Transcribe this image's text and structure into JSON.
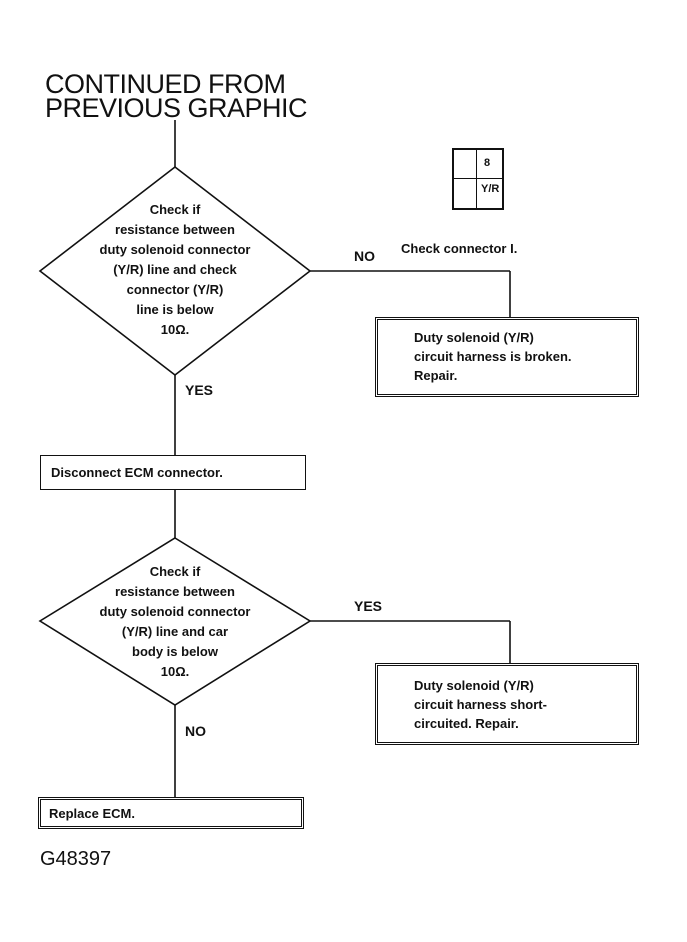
{
  "header": {
    "line1": "CONTINUED FROM",
    "line2": "PREVIOUS GRAPHIC"
  },
  "decision1": {
    "lines": [
      "Check if",
      "resistance between",
      "duty solenoid connector",
      "(Y/R) line and check",
      "connector (Y/R)",
      "line is below",
      "10Ω."
    ],
    "no_label": "NO",
    "yes_label": "YES"
  },
  "connector_note": "Check connector I.",
  "connector_pins": {
    "top": "8",
    "bottom": "Y/R"
  },
  "box_broken": {
    "lines": [
      "Duty solenoid (Y/R)",
      "circuit harness is broken.",
      "Repair."
    ]
  },
  "action_disconnect": "Disconnect ECM connector.",
  "decision2": {
    "lines": [
      "Check if",
      "resistance between",
      "duty solenoid connector",
      "(Y/R) line and car",
      "body is below",
      "10Ω."
    ],
    "yes_label": "YES",
    "no_label": "NO"
  },
  "box_short": {
    "lines": [
      "Duty solenoid (Y/R)",
      "circuit harness short-",
      "circuited.  Repair."
    ]
  },
  "action_replace": "Replace ECM.",
  "figure_id": "G48397"
}
